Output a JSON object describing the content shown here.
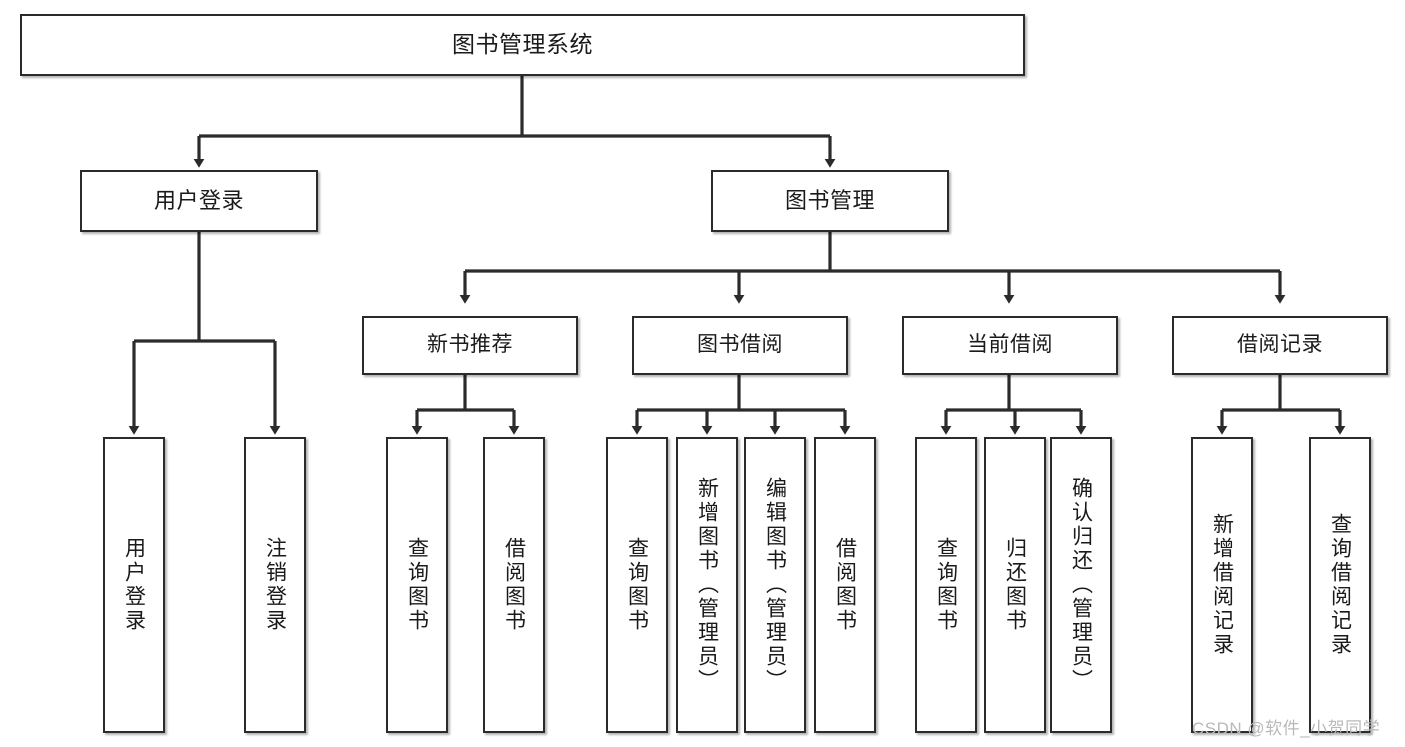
{
  "diagram": {
    "title": "图书管理系统",
    "type": "hierarchy-tree",
    "watermark": "CSDN @软件_小贺同学",
    "colors": {
      "box_border": "#2b2b2b",
      "box_fill": "#ffffff",
      "connector": "#2b2b2b",
      "text": "#1a1a1a",
      "watermark": "#b9b9b9"
    },
    "nodes": {
      "root": {
        "label": "图书管理系统"
      },
      "level1": [
        {
          "id": "user-login",
          "label": "用户登录"
        },
        {
          "id": "book-manage",
          "label": "图书管理"
        }
      ],
      "level2": [
        {
          "id": "new-book-recommend",
          "label": "新书推荐"
        },
        {
          "id": "book-borrow",
          "label": "图书借阅"
        },
        {
          "id": "current-borrow",
          "label": "当前借阅"
        },
        {
          "id": "borrow-record",
          "label": "借阅记录"
        }
      ],
      "leaves": {
        "user_login": [
          {
            "id": "leaf-user-login",
            "label": "用户登录"
          },
          {
            "id": "leaf-logout-login",
            "label": "注销登录"
          }
        ],
        "new_book_recommend": [
          {
            "id": "leaf-query-book-1",
            "label": "查询图书"
          },
          {
            "id": "leaf-borrow-book-1",
            "label": "借阅图书"
          }
        ],
        "book_borrow": [
          {
            "id": "leaf-query-book-2",
            "label": "查询图书"
          },
          {
            "id": "leaf-add-book",
            "label": "新增图书（管理员）"
          },
          {
            "id": "leaf-edit-book",
            "label": "编辑图书（管理员）"
          },
          {
            "id": "leaf-borrow-book-2",
            "label": "借阅图书"
          }
        ],
        "current_borrow": [
          {
            "id": "leaf-query-book-3",
            "label": "查询图书"
          },
          {
            "id": "leaf-return-book",
            "label": "归还图书"
          },
          {
            "id": "leaf-confirm-return",
            "label": "确认归还（管理员）"
          }
        ],
        "borrow_record": [
          {
            "id": "leaf-add-record",
            "label": "新增借阅记录"
          },
          {
            "id": "leaf-query-record",
            "label": "查询借阅记录"
          }
        ]
      }
    }
  }
}
